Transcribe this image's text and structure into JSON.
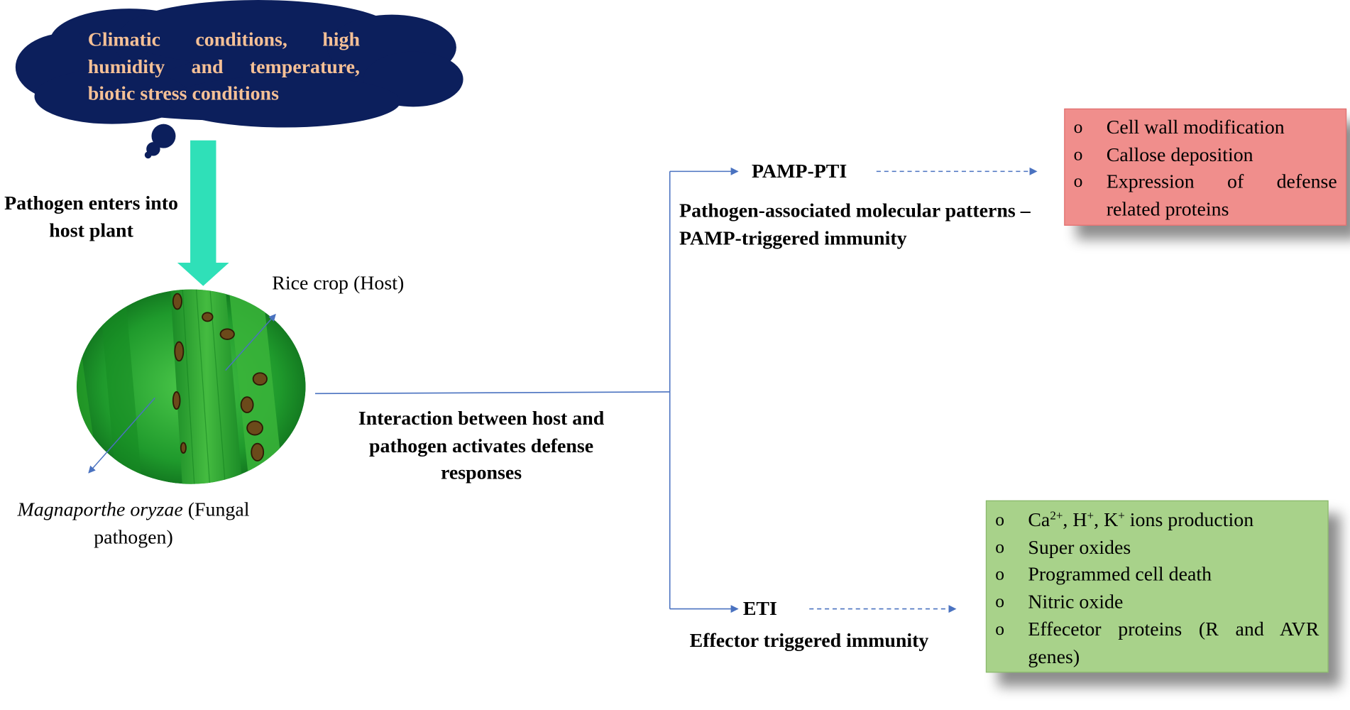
{
  "cloud": {
    "text": "Climatic conditions, high humidity and temperature, biotic stress conditions"
  },
  "entry_label": "Pathogen enters into host plant",
  "host_label": "Rice crop (Host)",
  "pathogen_label": {
    "species": "Magnaporthe oryzae",
    "suffix": "(Fungal pathogen)"
  },
  "interaction_label": "Interaction between host and pathogen activates defense responses",
  "pti": {
    "title": "PAMP-PTI",
    "description": "Pathogen-associated molecular patterns –PAMP-triggered immunity",
    "responses": [
      "Cell wall modification",
      "Callose deposition",
      "Expression of defense related proteins"
    ]
  },
  "eti": {
    "title": "ETI",
    "description": "Effector triggered immunity",
    "responses": {
      "ions": {
        "ca": "Ca",
        "ca_sup": "2+",
        "h": "H",
        "h_sup": "+",
        "k": "K",
        "k_sup": "+",
        "rest": "ions production"
      },
      "items": [
        "Super oxides",
        "Programmed cell death",
        "Nitric oxide",
        "Effecetor proteins (R and AVR genes)"
      ]
    }
  },
  "bullet_glyph": "o",
  "colors": {
    "cloud_fill": "#0c1f5c",
    "cloud_text": "#f5c096",
    "entry_arrow": "#2fe0b8",
    "connector": "#4a72c0",
    "pti_box": "#f08e8c",
    "eti_box": "#a8d28a",
    "leaf": "#2aa52a"
  }
}
